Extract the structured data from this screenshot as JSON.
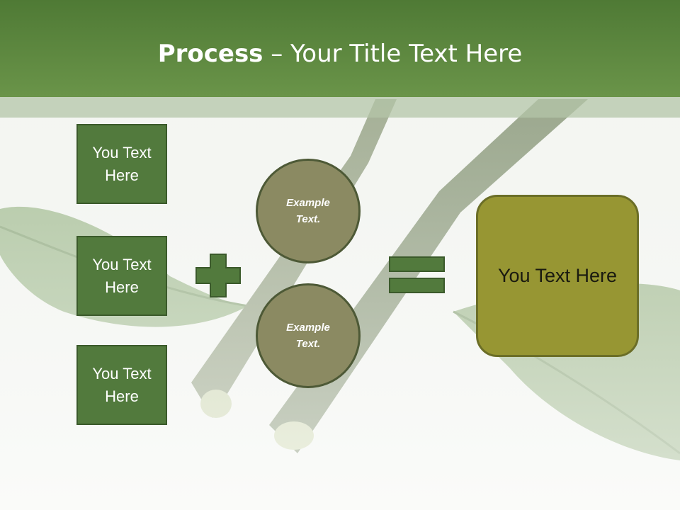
{
  "title": {
    "bold": "Process",
    "rest": " – Your Title Text Here"
  },
  "left_boxes": [
    {
      "label": "You Text Here"
    },
    {
      "label": "You Text Here"
    },
    {
      "label": "You Text Here"
    }
  ],
  "circles": [
    {
      "label": "Example Text."
    },
    {
      "label": "Example Text."
    }
  ],
  "result": {
    "label": "You Text Here"
  },
  "colors": {
    "header": "#5d8a40",
    "box": "#527a3d",
    "circle": "#8b8a62",
    "result": "#979633"
  },
  "background_image": "leaf-and-twigs-photo"
}
